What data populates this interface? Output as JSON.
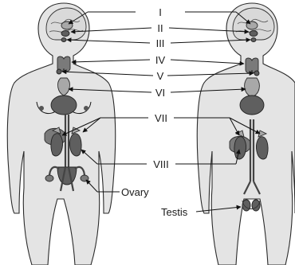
{
  "labels": {
    "i": "I",
    "ii": "II",
    "iii": "III",
    "iv": "IV",
    "v": "V",
    "vi": "VI",
    "vii": "VII",
    "viii": "VIII",
    "ovary": "Ovary",
    "testis": "Testis"
  }
}
